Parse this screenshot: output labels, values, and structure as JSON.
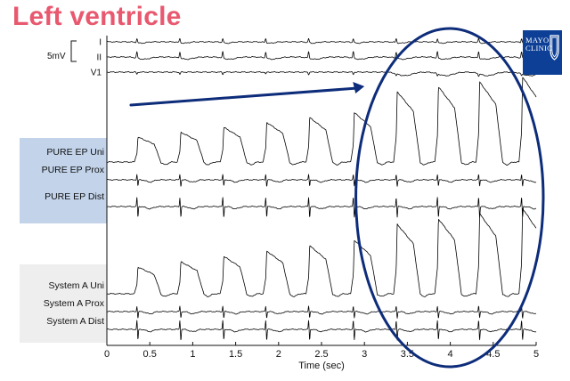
{
  "title": "Left ventricle",
  "logo": {
    "line1": "MAYO",
    "line2": "CLINIC"
  },
  "colors": {
    "title": "#e8596f",
    "logo_bg": "#0d3f96",
    "annotation": "#0d2c7a",
    "pure_panel": "#c2d3ea",
    "system_panel": "#eeeeee",
    "trace": "#000000"
  },
  "scale_bar_label": "5mV",
  "chart_data": {
    "type": "line",
    "title": "",
    "xlabel": "Time (sec)",
    "ylabel": "",
    "xlim": [
      0,
      5
    ],
    "x_ticks": [
      0,
      0.5,
      1,
      1.5,
      2,
      2.5,
      3,
      3.5,
      4,
      4.5,
      5
    ],
    "x_tick_labels": [
      "0",
      "0.5",
      "1",
      "1.5",
      "2",
      "2.5",
      "3",
      "3.5",
      "4",
      "4.5",
      "5"
    ],
    "grid": false,
    "beat_times_sec": [
      0.35,
      0.85,
      1.35,
      1.85,
      2.35,
      2.87,
      3.37,
      3.85,
      4.33,
      4.83
    ],
    "channel_groups": [
      {
        "name": "",
        "channels": [
          "I",
          "II",
          "V1"
        ]
      },
      {
        "name": "PURE EP",
        "channels": [
          "PURE EP Uni",
          "PURE EP Prox",
          "PURE EP Dist"
        ]
      },
      {
        "name": "System A",
        "channels": [
          "System A Uni",
          "System A Prox",
          "System A Dist"
        ]
      }
    ],
    "series": [
      {
        "name": "I",
        "type": "surface"
      },
      {
        "name": "II",
        "type": "surface"
      },
      {
        "name": "V1",
        "type": "surface"
      },
      {
        "name": "PURE EP Uni",
        "type": "unipolar"
      },
      {
        "name": "PURE EP Prox",
        "type": "bipolar"
      },
      {
        "name": "PURE EP Dist",
        "type": "bipolar"
      },
      {
        "name": "System A Uni",
        "type": "unipolar"
      },
      {
        "name": "System A Prox",
        "type": "bipolar"
      },
      {
        "name": "System A Dist",
        "type": "bipolar"
      }
    ],
    "annotations": [
      {
        "type": "arrow",
        "description": "rising amplitude trend",
        "from_time_sec": 0.28,
        "to_time_sec": 3.0
      },
      {
        "type": "ellipse",
        "description": "highlighted beats",
        "from_time_sec": 2.9,
        "to_time_sec": 5.0
      }
    ]
  }
}
